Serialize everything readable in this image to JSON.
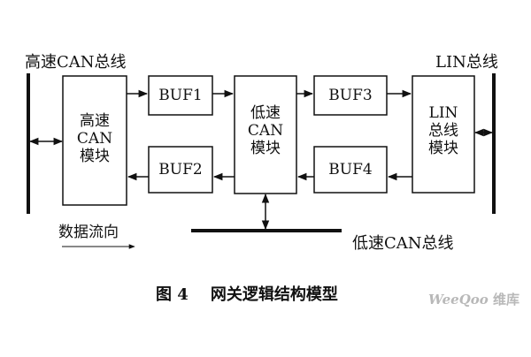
{
  "buses": {
    "high_speed_can": "高速CAN总线",
    "lin": "LIN总线",
    "low_speed_can": "低速CAN总线"
  },
  "modules": {
    "high_speed_can": [
      "高速",
      "CAN",
      "模块"
    ],
    "low_speed_can": [
      "低速",
      "CAN",
      "模块"
    ],
    "lin": [
      "LIN",
      "总线",
      "模块"
    ]
  },
  "buffers": {
    "buf1": "BUF1",
    "buf2": "BUF2",
    "buf3": "BUF3",
    "buf4": "BUF4"
  },
  "legend": {
    "data_flow": "数据流向"
  },
  "caption": "图 4    网关逻辑结构模型",
  "watermark": {
    "brand": "WeeQoo",
    "suffix": "维库"
  },
  "colors": {
    "ink": "#111111",
    "background": "#ffffff",
    "watermark": "#b8b8b8"
  }
}
